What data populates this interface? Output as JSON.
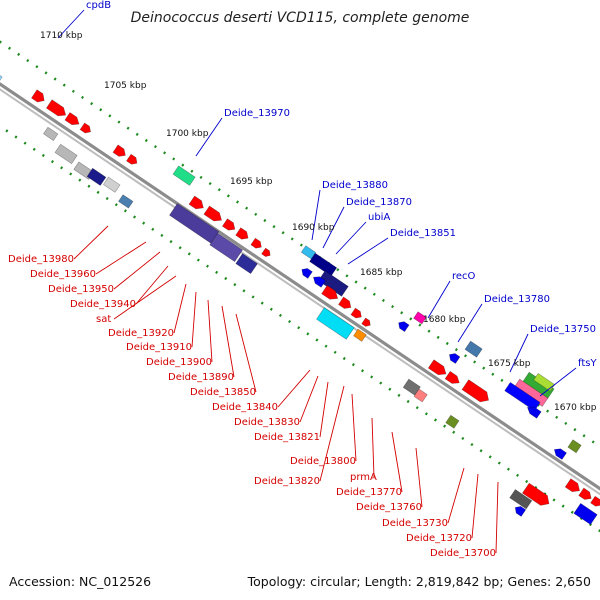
{
  "title": "Deinococcus deserti VCD115, complete genome",
  "footer": {
    "accession": "Accession: NC_012526",
    "summary": "Topology: circular; Length: 2,819,842 bp; Genes: 2,650"
  },
  "colors": {
    "backbone": "#8c8c8c",
    "forward_gene": "#ff0000",
    "reverse_gene": "#0000ee",
    "tick": "#1f8a1f",
    "label_forward": "#d40000",
    "label_reverse": "#0000cc"
  },
  "ruler_ticks": [
    "1710 kbp",
    "1705 kbp",
    "1700 kbp",
    "1695 kbp",
    "1690 kbp",
    "1685 kbp",
    "1680 kbp",
    "1675 kbp",
    "1670 kbp"
  ],
  "labels_top": [
    "cpdB",
    "Deide_13970",
    "Deide_13880",
    "Deide_13870",
    "ubiA",
    "Deide_13851",
    "recO",
    "Deide_13780",
    "Deide_13750",
    "ftsY"
  ],
  "labels_bottom": [
    "Deide_13980",
    "Deide_13960",
    "Deide_13950",
    "Deide_13940",
    "sat",
    "Deide_13920",
    "Deide_13910",
    "Deide_13900",
    "Deide_13890",
    "Deide_13850",
    "Deide_13840",
    "Deide_13830",
    "Deide_13821",
    "Deide_13800",
    "Deide_13820",
    "prmA",
    "Deide_13770",
    "Deide_13760",
    "Deide_13730",
    "Deide_13720",
    "Deide_13700"
  ]
}
